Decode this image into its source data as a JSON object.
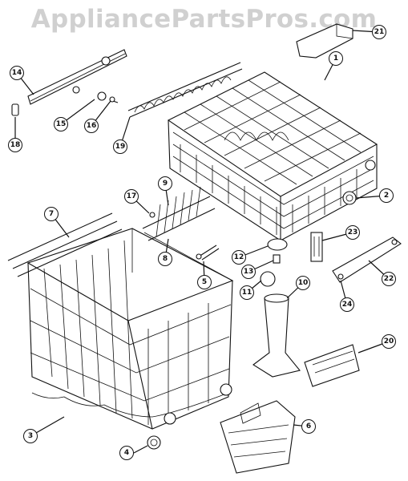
{
  "watermark": "AppliancePartsPros.com",
  "callouts": {
    "c1": "1",
    "c2": "2",
    "c3": "3",
    "c4": "4",
    "c5": "5",
    "c6": "6",
    "c7": "7",
    "c8": "8",
    "c9": "9",
    "c10": "10",
    "c11": "11",
    "c12": "12",
    "c13": "13",
    "c14": "14",
    "c15": "15",
    "c16": "16",
    "c17": "17",
    "c18": "18",
    "c19": "19",
    "c20": "20",
    "c21": "21",
    "c22": "22",
    "c23": "23",
    "c24": "24"
  }
}
